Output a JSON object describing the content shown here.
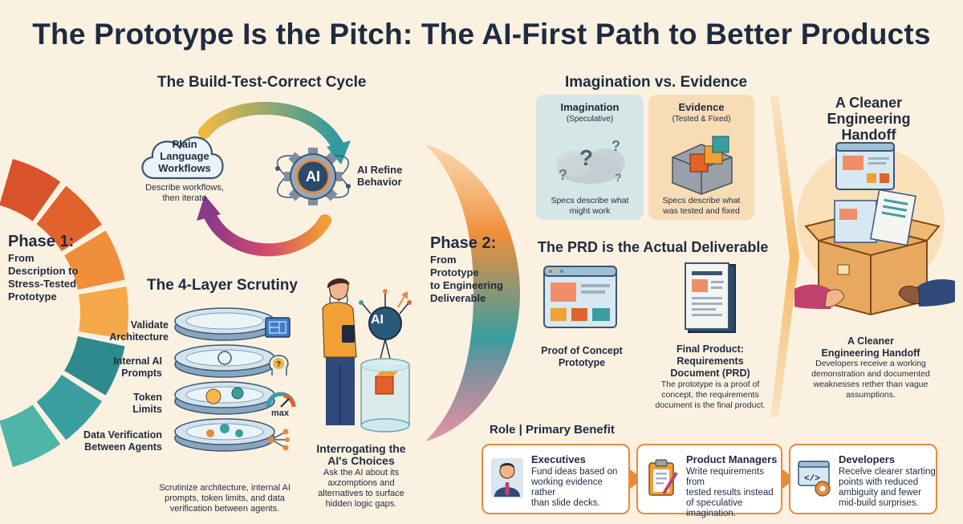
{
  "title": "The Prototype Is the Pitch: The AI-First Path to Better Products",
  "phase1": {
    "heading": "Phase 1:",
    "body": [
      "From",
      "Description to",
      "Stress-Tested",
      "Prototype"
    ]
  },
  "phase2": {
    "heading": "Phase 2:",
    "body": [
      "From",
      "Prototype",
      "to Engineering",
      "Deliverable"
    ]
  },
  "cycle": {
    "title": "The Build-Test-Correct Cycle",
    "cloud_label": [
      "Plain",
      "Language",
      "Workflows"
    ],
    "cloud_caption": [
      "Describe workflows,",
      "then iterate"
    ],
    "gear_text": "AI",
    "refine_label": [
      "AI Refine",
      "Behavior"
    ]
  },
  "scrutiny": {
    "title": "The 4-Layer Scrutiny",
    "layers": [
      [
        "Validate",
        "Architecture"
      ],
      [
        "Internal AI",
        "Prompts"
      ],
      [
        "Token",
        "Limits"
      ],
      [
        "Data Verification",
        "Between Agents"
      ]
    ],
    "gauge_label": "max",
    "caption": [
      "Scrutinize architecture, internal AI",
      "prompts, token limits, and data",
      "verification between agents."
    ]
  },
  "interrogate": {
    "title": [
      "Interrogating the",
      "AI's Choices"
    ],
    "badge": "AI",
    "body": [
      "Ask the AI about its",
      "axzomptions and",
      "alternatives to surface",
      "hidden logic gaps."
    ]
  },
  "imagination": {
    "title": "Imagination vs. Evidence",
    "left_title": "Imagination",
    "left_sub": "(Speculative)",
    "left_desc": [
      "Specs describe what",
      "might work"
    ],
    "right_title": "Evidence",
    "right_sub": "(Tested & Fixed)",
    "right_desc": [
      "Specs describe what",
      "was tested and fixed"
    ]
  },
  "prd": {
    "title": "The PRD is the Actual Deliverable",
    "poc_label": [
      "Proof of Concept",
      "Prototype"
    ],
    "final_label": [
      "Final Product:",
      "Requirements",
      "Document (PRD)"
    ],
    "final_desc": [
      "The prototype is a proof of",
      "concept, the requirements",
      "document is the final product."
    ]
  },
  "handoff": {
    "title": [
      "A Cleaner",
      "Engineering Handoff"
    ],
    "sub_title": [
      "A Cleaner",
      "Engineering Handoff"
    ],
    "desc": [
      "Developers receive a working",
      "demonstration and documented",
      "weaknesses rether than vague",
      "assumptions."
    ]
  },
  "roles": {
    "header": "Role | Primary Benefit",
    "items": [
      {
        "name": "Executives",
        "desc": [
          "Fund ideas based on",
          "working evidence rather",
          "than slide decks."
        ]
      },
      {
        "name": "Product Managers",
        "desc": [
          "Write requirements from",
          "tested results instead",
          "of speculative",
          "imagination."
        ]
      },
      {
        "name": "Developers",
        "desc": [
          "Recelve clearer starting",
          "points with reduced",
          "ambiguity and fewer",
          "mid-build surprises."
        ]
      }
    ]
  },
  "colors": {
    "accent_orange": "#e88a3a",
    "teal": "#3a9ea0",
    "navy": "#1e2b40",
    "magenta": "#c2406e"
  }
}
